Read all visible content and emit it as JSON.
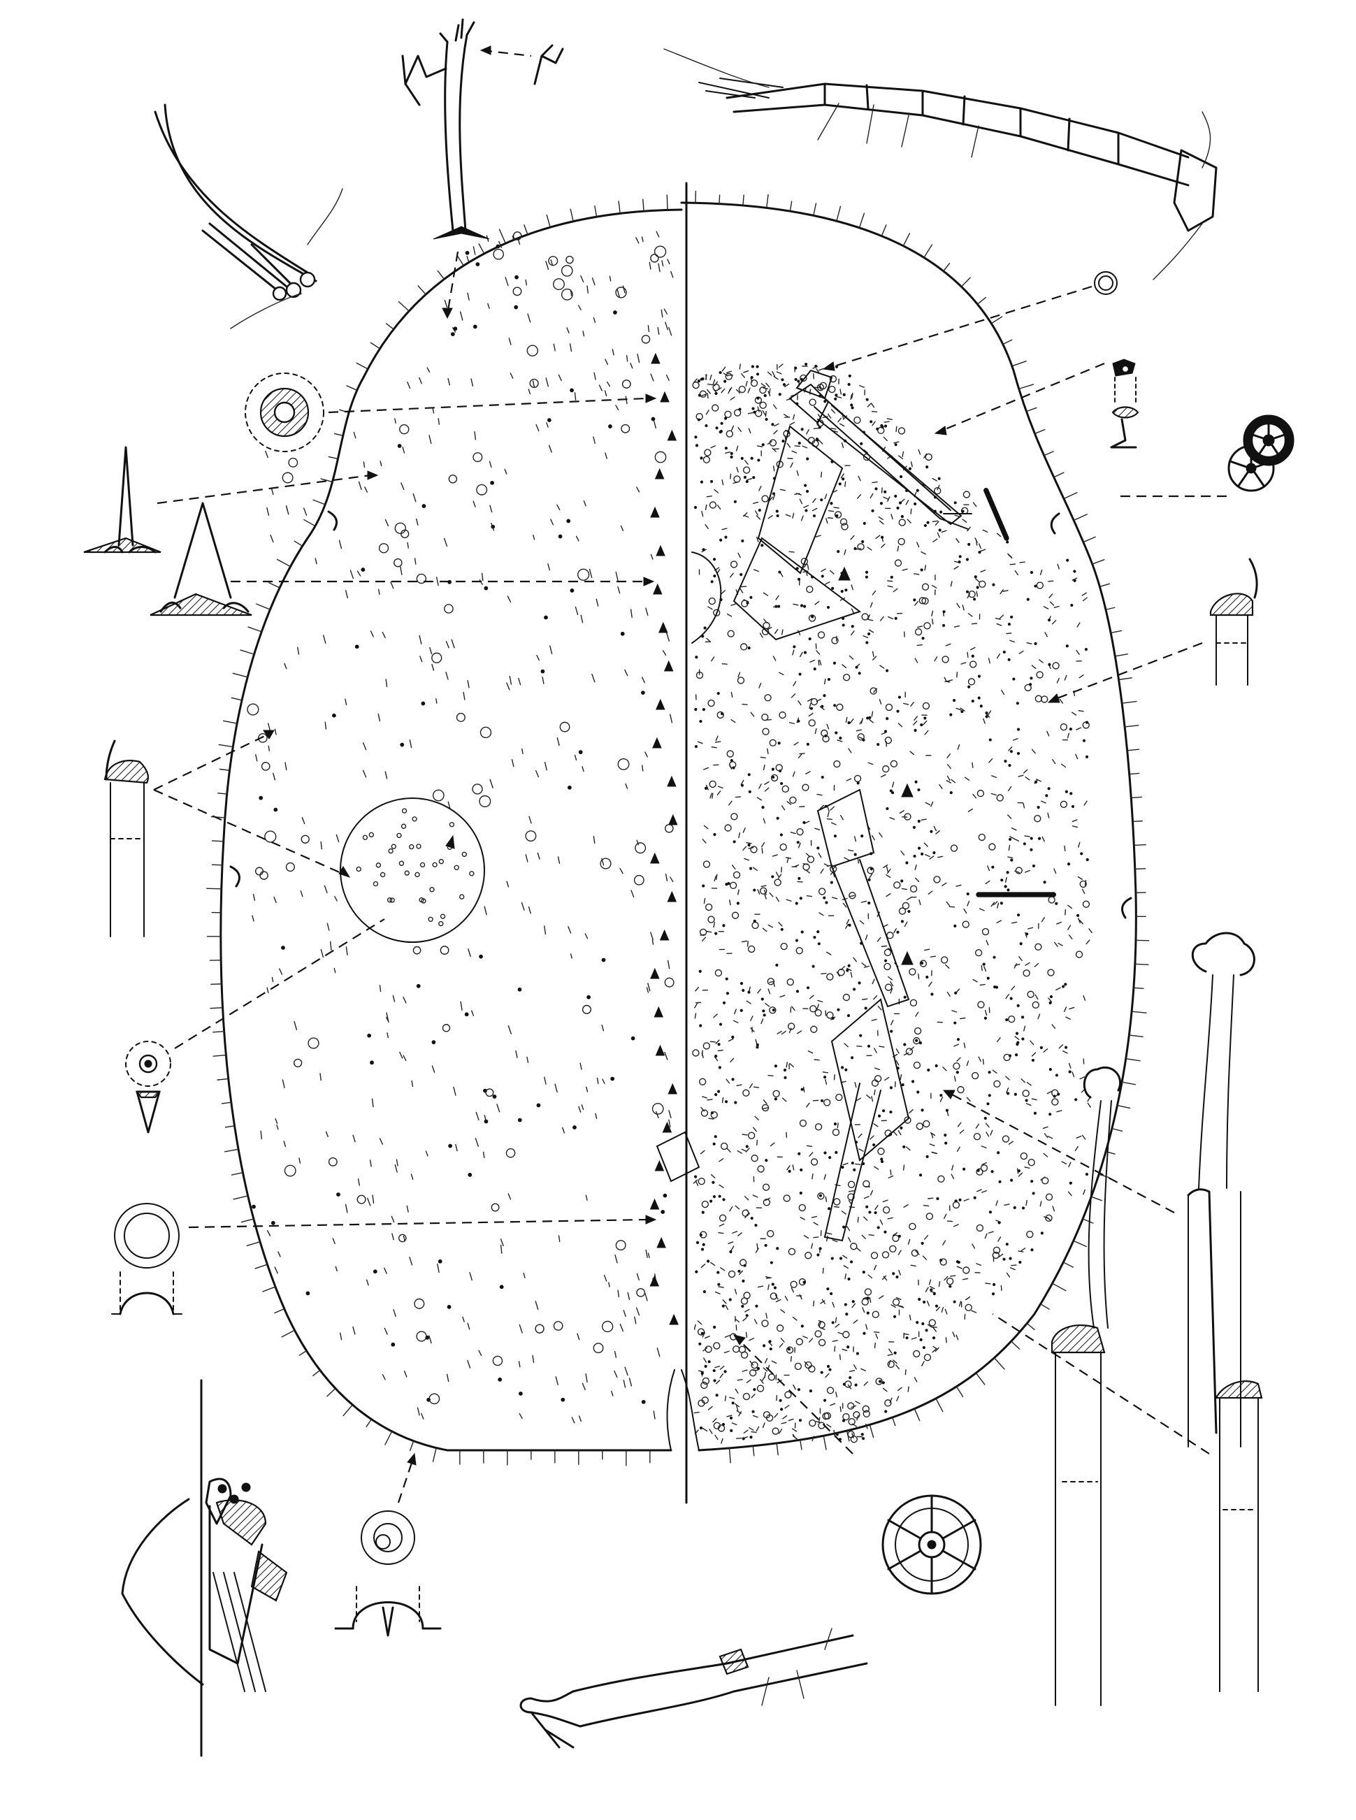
{
  "figure": {
    "kind": "scale-insect-morphology-plate",
    "background": "#ffffff",
    "ink_color": "#111111",
    "printed_text": []
  },
  "panels": {
    "dorsum": "dorsal-half",
    "venter": "ventral-half"
  },
  "details": [
    "hairlike-setae",
    "forked-marginal-seta",
    "dorsal-spine-detail",
    "conical-spines",
    "tubular-duct",
    "dorsal-cluster-circle",
    "microduct-with-spine",
    "multilocular-pore",
    "anal-ring-detail",
    "cerarian-pore",
    "antenna",
    "quinquelocular-pore",
    "trilocular-pore",
    "oral-collar-duct",
    "long-tubular-ducts",
    "leg-segment",
    "large-multilocular-pore"
  ]
}
